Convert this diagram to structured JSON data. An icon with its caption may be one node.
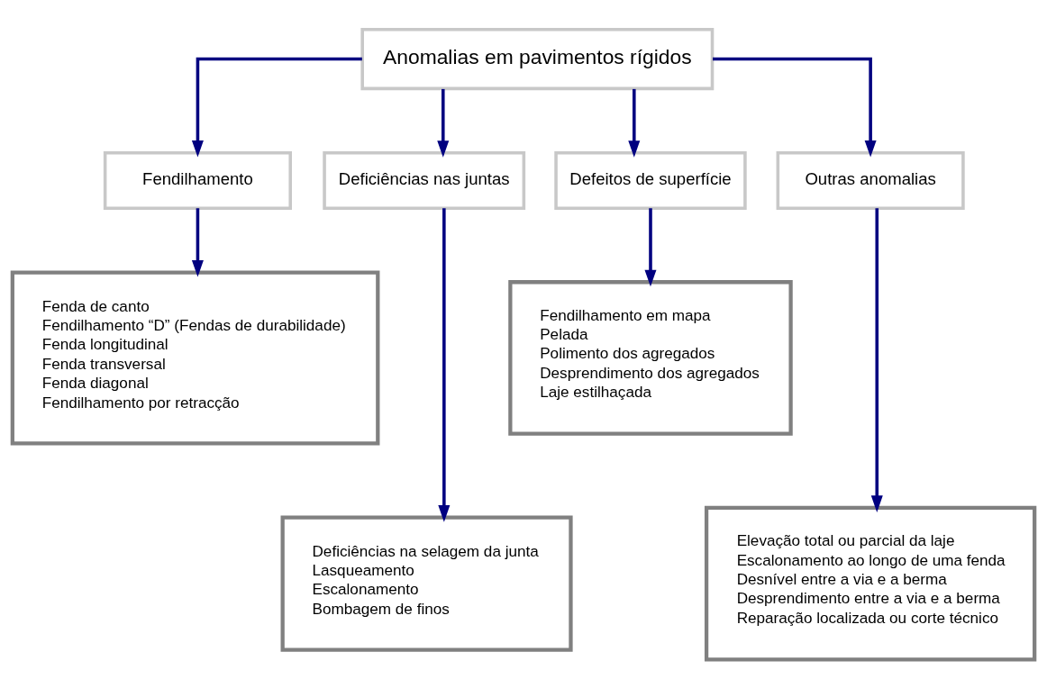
{
  "diagram": {
    "nodes": [
      {
        "text": [
          "Anomalias em pavimentos rígidos"
        ]
      },
      {
        "text": [
          "Fendilhamento"
        ]
      },
      {
        "text": [
          "Deficiências nas juntas"
        ]
      },
      {
        "text": [
          "Defeitos de superfície"
        ]
      },
      {
        "text": [
          "Outras anomalias"
        ]
      },
      {
        "text": [
          "Fenda de canto",
          "Fendilhamento “D” (Fendas de durabilidade)",
          "Fenda longitudinal",
          "Fenda transversal",
          "Fenda diagonal",
          "Fendilhamento por retracção"
        ]
      },
      {
        "text": [
          "Fendilhamento em mapa",
          "Pelada",
          "Polimento dos agregados",
          "Desprendimento dos agregados",
          "Laje estilhaçada"
        ]
      },
      {
        "text": [
          "Deficiências na selagem da junta",
          "Lasqueamento",
          "Escalonamento",
          "Bombagem de finos"
        ]
      },
      {
        "text": [
          "Elevação total ou parcial da laje",
          "Escalonamento ao longo de uma fenda",
          "Desnível entre a via e a berma",
          "Desprendimento entre a via e a berma",
          "Reparação localizada ou corte técnico"
        ]
      }
    ],
    "edges": [
      {
        "from": 0,
        "to": 1,
        "arrow": "to"
      },
      {
        "from": 0,
        "to": 2,
        "arrow": "to"
      },
      {
        "from": 0,
        "to": 3,
        "arrow": "to"
      },
      {
        "from": 0,
        "to": 4,
        "arrow": "to"
      },
      {
        "from": 1,
        "to": 5,
        "arrow": "to"
      },
      {
        "from": 2,
        "to": 7,
        "arrow": "to"
      },
      {
        "from": 3,
        "to": 6,
        "arrow": "to"
      },
      {
        "from": 4,
        "to": 8,
        "arrow": "to"
      }
    ]
  }
}
